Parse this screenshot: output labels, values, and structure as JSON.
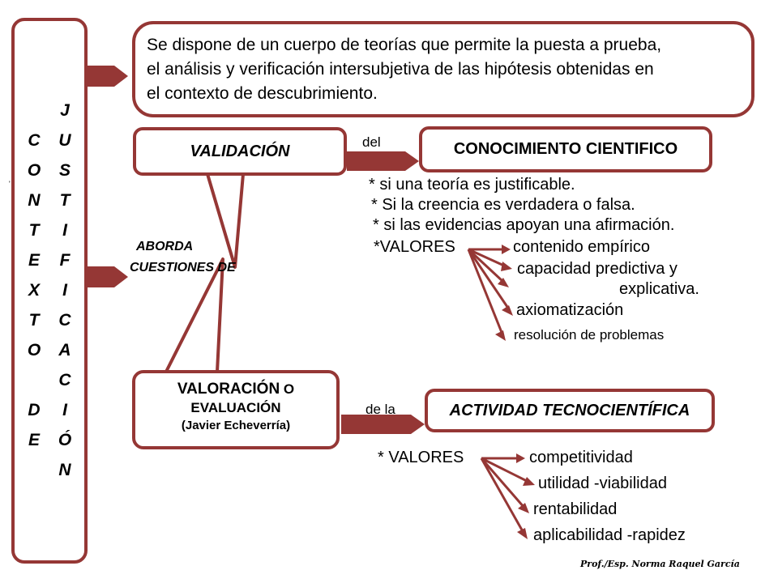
{
  "sidebar": {
    "left_column": [
      "C",
      "O",
      "N",
      "T",
      "E",
      "X",
      "T",
      "O",
      "",
      "D",
      "E"
    ],
    "right_column": [
      "J",
      "U",
      "S",
      "T",
      "I",
      "F",
      "I",
      "C",
      "A",
      "C",
      "I",
      "Ó",
      "N"
    ]
  },
  "top_box": {
    "lines": [
      "Se dispone de un cuerpo de teorías que permite la puesta a prueba,",
      "el análisis y verificación  intersubjetiva de las hipótesis obtenidas en",
      "el contexto de descubrimiento."
    ]
  },
  "validacion": {
    "label": "VALIDACIÓN",
    "connector": "del",
    "target": "CONOCIMIENTO CIENTIFICO"
  },
  "aborda": {
    "line1": "ABORDA",
    "line2": "CUESTIONES  DE"
  },
  "validacion_points": [
    "* si una teoría es justificable.",
    "* Si la creencia es verdadera o falsa.",
    "* si las evidencias apoyan una afirmación.",
    "*VALORES"
  ],
  "validacion_valores": [
    "contenido empírico",
    "capacidad  predictiva y",
    "explicativa.",
    "axiomatización",
    "resolución de problemas"
  ],
  "valoracion": {
    "line1a": "VALORACIÓN",
    "line1b": " O",
    "line2": "EVALUACIÓN",
    "line3": "(Javier Echeverría)",
    "connector": "de  la",
    "target": "ACTIVIDAD  TECNOCIENTÍFICA"
  },
  "valoracion_points": {
    "label": "*  VALORES"
  },
  "valoracion_valores": [
    "competitividad",
    "utilidad  -viabilidad",
    "rentabilidad",
    "aplicabilidad -rapidez"
  ],
  "signature": "Prof./Esp. Norma Raquel García",
  "colors": {
    "accent": "#953735",
    "background": "#ffffff",
    "text": "#000000"
  }
}
